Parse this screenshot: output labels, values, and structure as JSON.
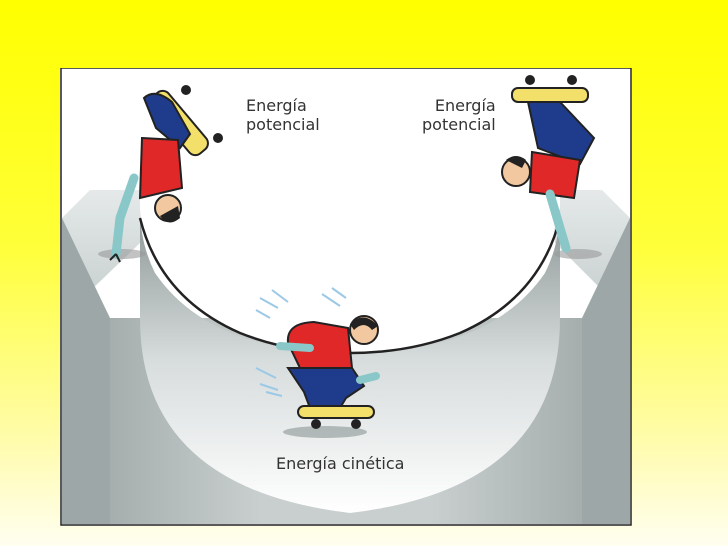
{
  "labels": {
    "top_left": {
      "line1": "Energía",
      "line2": "potencial"
    },
    "top_right": {
      "line1": "Energía",
      "line2": "potencial"
    },
    "bottom": "Energía cinética"
  },
  "colors": {
    "background": "#ffff00",
    "ramp": "#bfc6c6",
    "shirt": "#e02828",
    "pants": "#1f3c8c",
    "board": "#f3e06a"
  },
  "icons": [
    "skateboarder-top-left",
    "skateboarder-top-right",
    "skateboarder-bottom",
    "half-pipe-ramp"
  ]
}
